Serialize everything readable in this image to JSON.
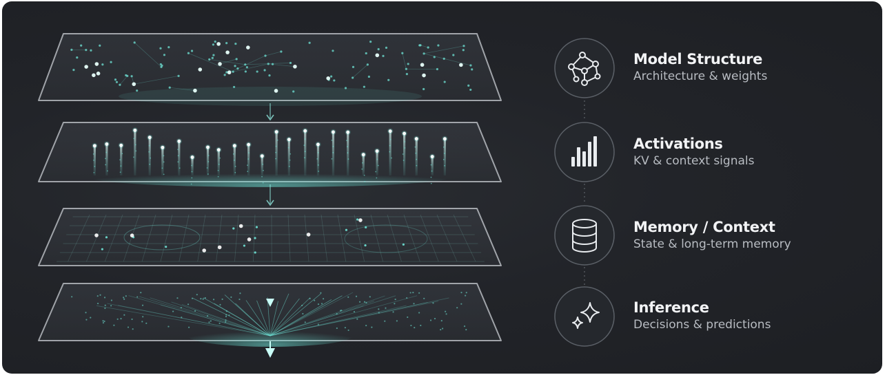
{
  "layers": [
    {
      "title": "Model Structure",
      "subtitle": "Architecture & weights",
      "icon": "network-graph-icon"
    },
    {
      "title": "Activations",
      "subtitle": "KV & context signals",
      "icon": "bar-chart-icon"
    },
    {
      "title": "Memory / Context",
      "subtitle": "State & long-term memory",
      "icon": "database-icon"
    },
    {
      "title": "Inference",
      "subtitle": "Decisions & predictions",
      "icon": "sparkle-icon"
    }
  ],
  "colors": {
    "background": "#222429",
    "accent": "#6fe3d6",
    "text": "#f2f3f5",
    "subtext": "#b8bcc2"
  }
}
